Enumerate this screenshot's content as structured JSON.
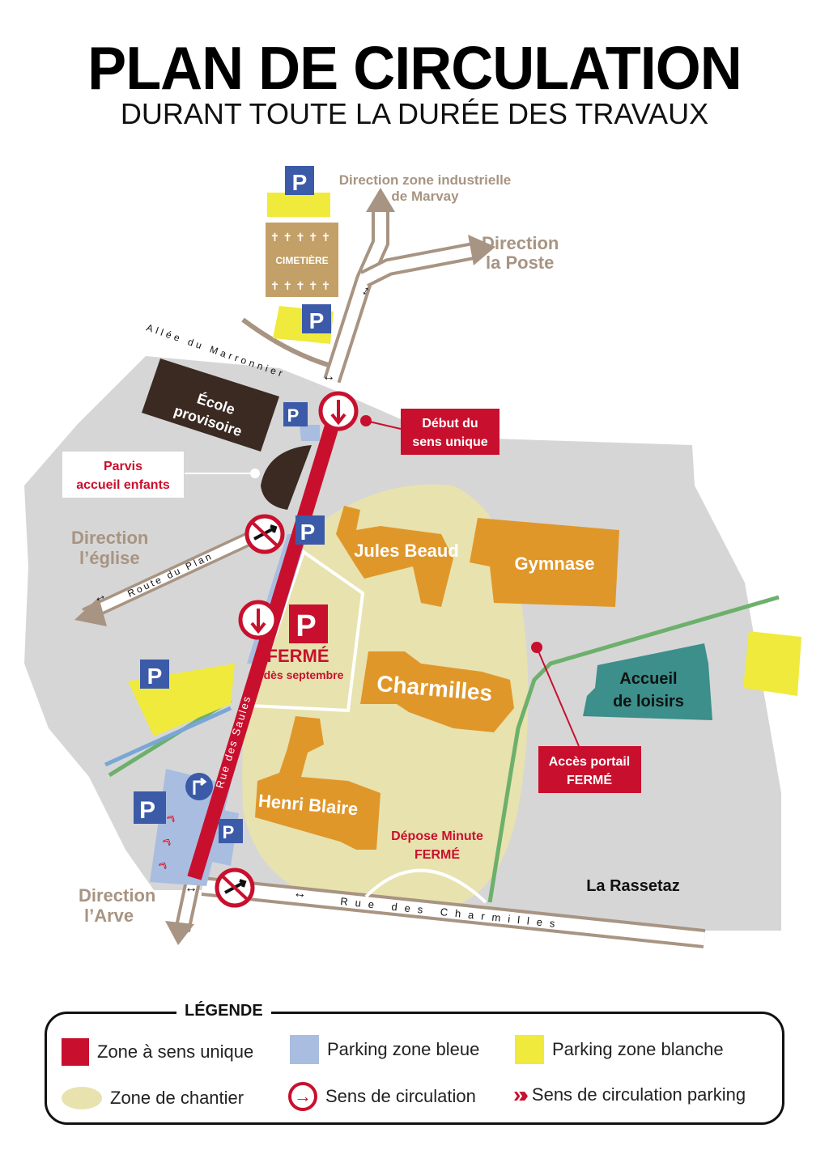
{
  "header": {
    "title": "PLAN DE CIRCULATION",
    "subtitle": "DURANT TOUTE LA DURÉE DES TRAVAUX"
  },
  "map": {
    "directions": {
      "industrielle_1": "Direction zone industrielle",
      "industrielle_2": "de Marvay",
      "poste_1": "Direction",
      "poste_2": "la Poste",
      "eglise_1": "Direction",
      "eglise_2": "l’église",
      "arve_1": "Direction",
      "arve_2": "l’Arve"
    },
    "streets": {
      "marronnier": "Allée du Marronnier",
      "plan": "Route du Plan",
      "saules": "Rue des Saules",
      "charmilles": "Rue des Charmilles"
    },
    "buildings": {
      "cimetiere": "CIMETIÈRE",
      "ecole_1": "École",
      "ecole_2": "provisoire",
      "jules_beaud": "Jules Beaud",
      "gymnase": "Gymnase",
      "charmilles": "Charmilles",
      "henri_blaire": "Henri Blaire",
      "accueil_1": "Accueil",
      "accueil_2": "de loisirs",
      "rassetaz": "La Rassetaz"
    },
    "callouts": {
      "debut_1": "Début du",
      "debut_2": "sens unique",
      "parvis_1": "Parvis",
      "parvis_2": "accueil enfants",
      "acces_1": "Accès portail",
      "acces_2": "FERMÉ",
      "ferme": "FERMÉ",
      "ferme_sub": "dès septembre",
      "depose_1": "Dépose Minute",
      "depose_2": "FERMÉ"
    },
    "parking_letter": "P",
    "colors": {
      "one_way": "#c8102e",
      "blue_zone": "#a9bde0",
      "white_zone": "#f0ea3c",
      "construction": "#e8e2ae",
      "building": "#e0972a",
      "road": "#a89482",
      "gray_area": "#d6d6d6",
      "school": "#3a2a22",
      "leisure": "#3c8f8a",
      "green_path": "#6cb06c",
      "parking_sign": "#3b5aa8"
    }
  },
  "legend": {
    "title": "LÉGENDE",
    "items": [
      {
        "label": "Zone à sens unique"
      },
      {
        "label": "Parking zone bleue"
      },
      {
        "label": "Parking zone blanche"
      },
      {
        "label": "Zone de chantier"
      },
      {
        "label": "Sens de circulation"
      },
      {
        "label": "Sens de circulation parking"
      }
    ]
  }
}
